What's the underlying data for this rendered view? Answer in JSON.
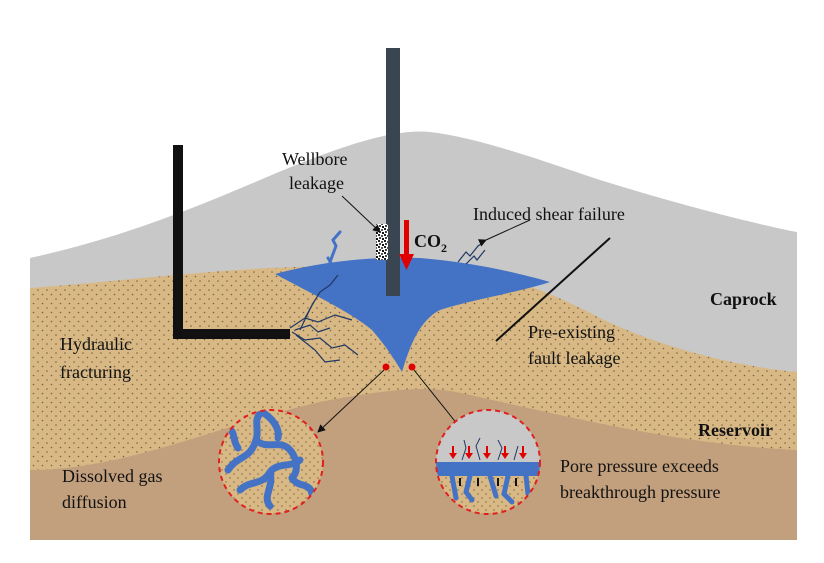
{
  "labels": {
    "wellbore_line1": "Wellbore",
    "wellbore_line2": "leakage",
    "co2_main": "CO",
    "co2_sub": "2",
    "induced_shear": "Induced shear failure",
    "caprock": "Caprock",
    "hydraulic_line1": "Hydraulic",
    "hydraulic_line2": "fracturing",
    "fault_line1": "Pre-existing",
    "fault_line2": "fault leakage",
    "reservoir": "Reservoir",
    "dissolved_line1": "Dissolved gas",
    "dissolved_line2": "diffusion",
    "pore_line1": "Pore pressure exceeds",
    "pore_line2": "breakthrough pressure"
  },
  "colors": {
    "caprock": "#c8c8c8",
    "reservoir_sand": "#d8b985",
    "base_layer": "#c2a07d",
    "co2_plume": "#4472c4",
    "fracture": "#1f3864",
    "well_dark": "#3a4552",
    "co2_arrow": "#e00000",
    "circle_border": "#e02020"
  }
}
